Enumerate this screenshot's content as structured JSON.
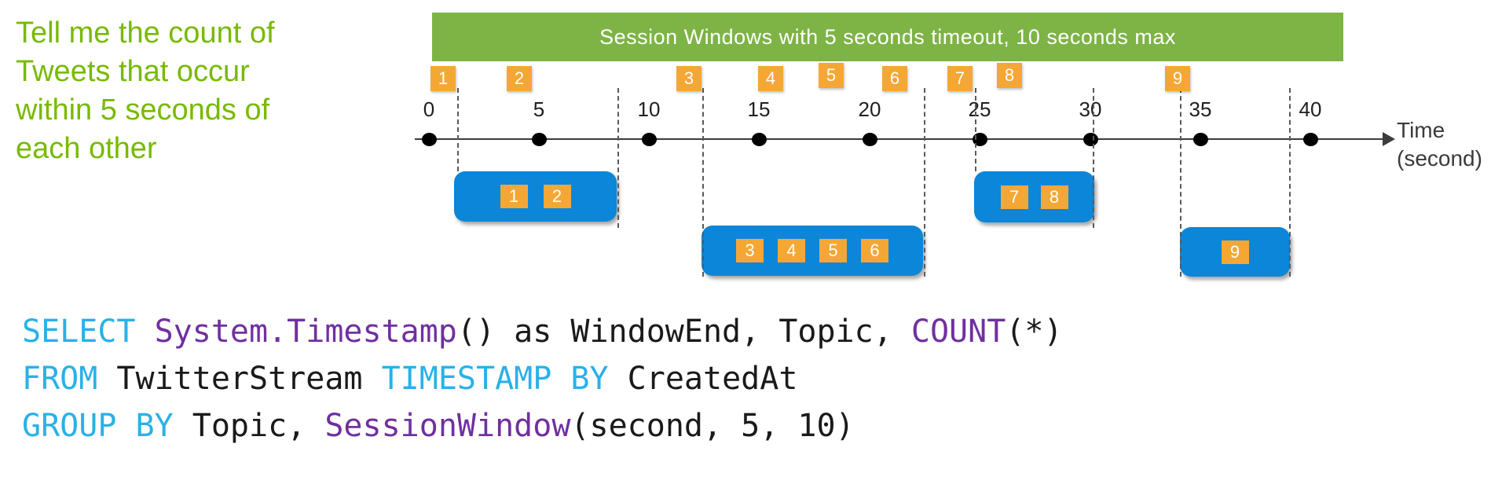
{
  "colors": {
    "green_text": "#78BA00",
    "green_banner": "#7EB346",
    "orange": "#F5A735",
    "blue": "#0B86D8",
    "cyan": "#29B1E8",
    "purple": "#7030A0"
  },
  "prompt": {
    "lines": [
      "Tell me the count of",
      "Tweets that occur",
      "within 5 seconds of",
      "each other"
    ]
  },
  "banner": {
    "title": "Session Windows with 5 seconds timeout, 10 seconds max"
  },
  "timeline": {
    "ticks": [
      "0",
      "5",
      "10",
      "15",
      "20",
      "25",
      "30",
      "35",
      "40"
    ],
    "axis_label": "Time",
    "axis_unit": "(second)"
  },
  "events": [
    "1",
    "2",
    "3",
    "4",
    "5",
    "6",
    "7",
    "8",
    "9"
  ],
  "windows": [
    {
      "events": [
        "1",
        "2"
      ]
    },
    {
      "events": [
        "3",
        "4",
        "5",
        "6"
      ]
    },
    {
      "events": [
        "7",
        "8"
      ]
    },
    {
      "events": [
        "9"
      ]
    }
  ],
  "code": {
    "lines": [
      {
        "tokens": [
          {
            "text": "SELECT "
          },
          {
            "text": "System.Timestamp"
          },
          {
            "text": "() as WindowEnd, Topic, "
          },
          {
            "text": "COUNT"
          },
          {
            "text": "(*)"
          }
        ]
      },
      {
        "tokens": [
          {
            "text": "FROM "
          },
          {
            "text": "TwitterStream "
          },
          {
            "text": "TIMESTAMP BY "
          },
          {
            "text": "CreatedAt"
          }
        ]
      },
      {
        "tokens": [
          {
            "text": "GROUP BY "
          },
          {
            "text": "Topic, "
          },
          {
            "text": "SessionWindow"
          },
          {
            "text": "(second, 5, 10)"
          }
        ]
      }
    ]
  }
}
